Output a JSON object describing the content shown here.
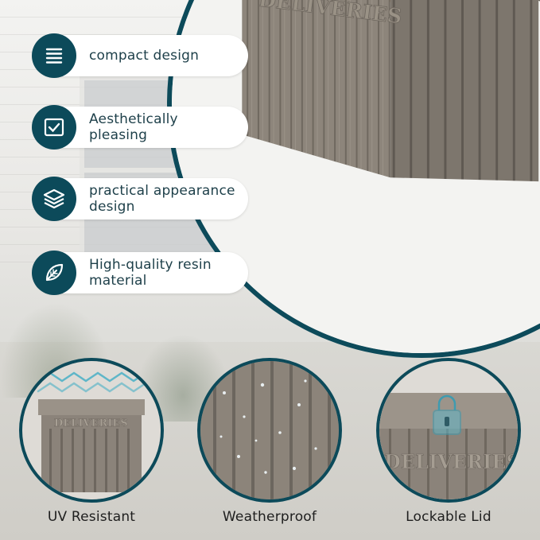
{
  "features": [
    {
      "label": "compact design",
      "icon": "list-icon"
    },
    {
      "label": "Aesthetically pleasing",
      "icon": "checkbox-icon"
    },
    {
      "label": "practical appearance design",
      "icon": "layers-icon"
    },
    {
      "label": "High-quality resin material",
      "icon": "leaf-icon"
    }
  ],
  "product": {
    "embossed_text": "DELIVERIES"
  },
  "highlights": [
    {
      "caption": "UV Resistant",
      "icon": "sun-shield-icon"
    },
    {
      "caption": "Weatherproof",
      "icon": "water-drops-icon"
    },
    {
      "caption": "Lockable Lid",
      "icon": "lock-icon"
    }
  ],
  "colors": {
    "accent": "#0c4a5a",
    "box_wood": "#8f877d",
    "pill_bg": "#ffffff"
  }
}
